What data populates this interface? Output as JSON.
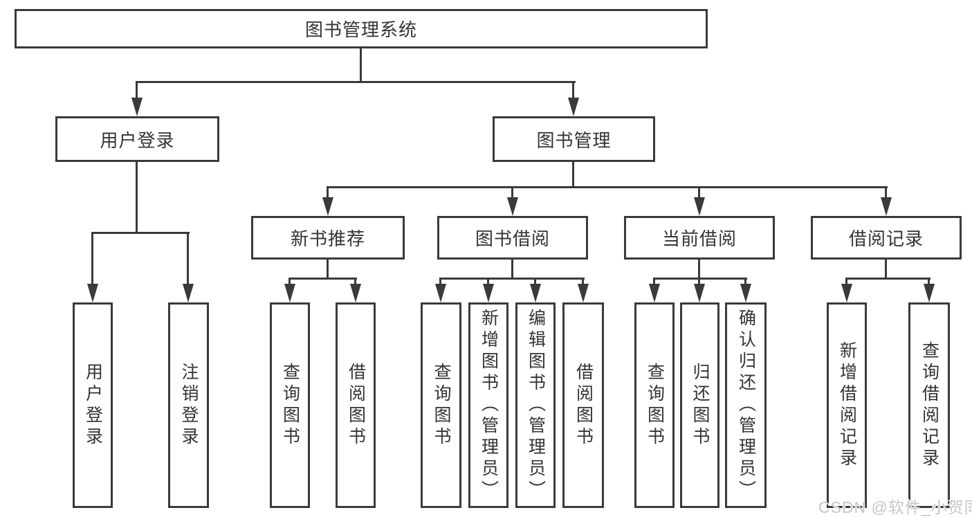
{
  "diagram_type": "hierarchy-tree",
  "tree": {
    "label": "图书管理系统",
    "children": [
      {
        "label": "用户登录",
        "children": [
          {
            "label": "用户登录"
          },
          {
            "label": "注销登录"
          }
        ]
      },
      {
        "label": "图书管理",
        "children": [
          {
            "label": "新书推荐",
            "children": [
              {
                "label": "查询图书"
              },
              {
                "label": "借阅图书"
              }
            ]
          },
          {
            "label": "图书借阅",
            "children": [
              {
                "label": "查询图书"
              },
              {
                "label": "新增图书（管理员）"
              },
              {
                "label": "编辑图书（管理员）"
              },
              {
                "label": "借阅图书"
              }
            ]
          },
          {
            "label": "当前借阅",
            "children": [
              {
                "label": "查询图书"
              },
              {
                "label": "归还图书"
              },
              {
                "label": "确认归还（管理员）"
              }
            ]
          },
          {
            "label": "借阅记录",
            "children": [
              {
                "label": "新增借阅记录"
              },
              {
                "label": "查询借阅记录"
              }
            ]
          }
        ]
      }
    ]
  },
  "watermark": "CSDN @软件_小贺同学",
  "colors": {
    "line": "#3a3a3a",
    "text": "#333333",
    "watermark": "#c6c6c6",
    "background": "#ffffff"
  }
}
